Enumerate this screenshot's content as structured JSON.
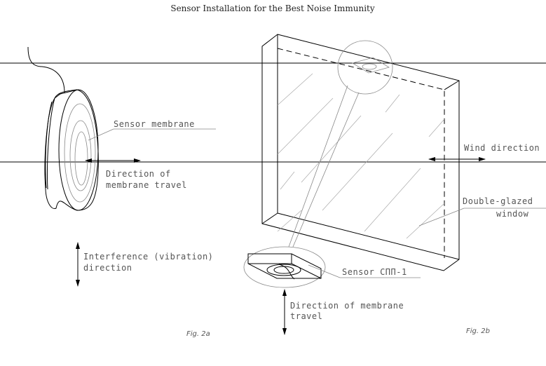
{
  "title": "Sensor Installation for the Best Noise Immunity",
  "fig_2a": {
    "membrane_label": "Sensor membrane",
    "travel_label_1": "Direction of",
    "travel_label_2": "membrane travel",
    "interference_label_1": "Interference (vibration)",
    "interference_label_2": "direction",
    "caption": "Fig. 2a"
  },
  "fig_2b": {
    "wind_label": "Wind direction",
    "window_label_1": "Double-glazed",
    "window_label_2": "window",
    "sensor_label": "Sensor СПП-1",
    "travel_label_1": "Direction of membrane",
    "travel_label_2": "travel",
    "caption": "Fig. 2b"
  }
}
